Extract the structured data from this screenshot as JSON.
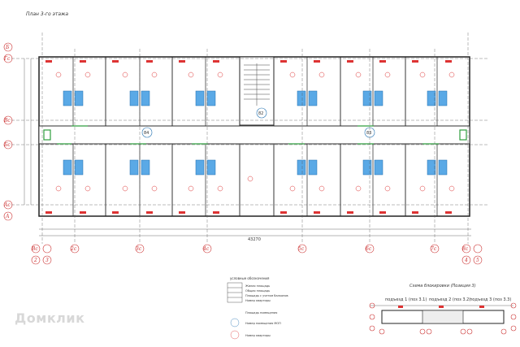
{
  "title": "План 3-го этажа",
  "axes_left": [
    "Гс",
    "Вс",
    "Бс",
    "Ас",
    "А"
  ],
  "axes_left_top": "Б",
  "axes_bottom": [
    "Вс",
    "2с",
    "3с",
    "4с",
    "5с",
    "6с",
    "7с",
    "8с"
  ],
  "axes_bottom_circles_left": [
    "2",
    "3"
  ],
  "axes_bottom_circles_right": [
    "4",
    "5"
  ],
  "corridor_labels": [
    "84",
    "82",
    "83"
  ],
  "overall_dim": "43270",
  "legend": {
    "title": "условные обозначения",
    "items": [
      "Жилая площадь",
      "Общая площадь",
      "Площадь с учетом балконов",
      "Номер квартиры",
      "Площадь помещения",
      "Номер помещения МОП",
      "Номер квартиры"
    ]
  },
  "scheme": {
    "title": "Схема блокировки (Позиция 3)",
    "sections": [
      "подъезд 1 (поз 3.1)",
      "подъезд 2 (поз 3.2)",
      "подъезд 3 (поз 3.3)"
    ]
  },
  "watermark": "Домклик"
}
